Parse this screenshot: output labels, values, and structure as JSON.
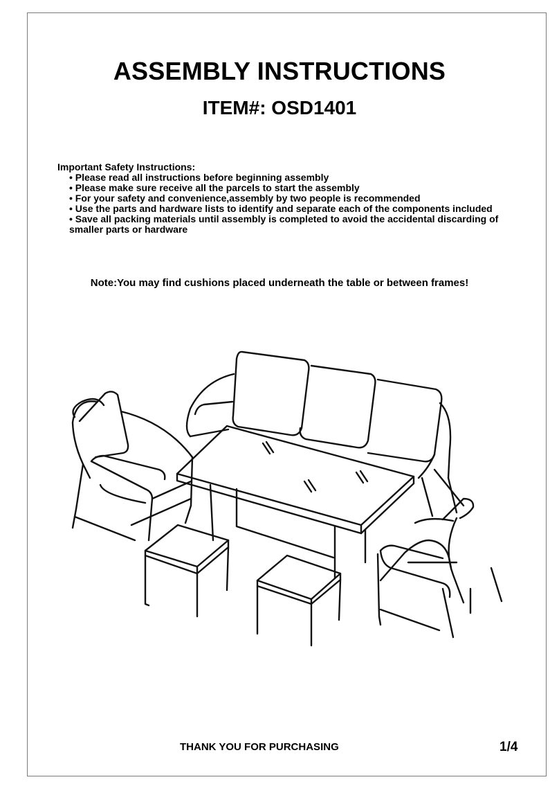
{
  "header": {
    "title": "ASSEMBLY INSTRUCTIONS",
    "item_number": "ITEM#: OSD1401"
  },
  "safety": {
    "heading": "Important Safety Instructions:",
    "items": [
      "Please read all instructions before beginning assembly",
      "Please make sure receive all the parcels to start the assembly",
      "For your safety and convenience,assembly by two people is recommended",
      "Use the parts and hardware lists to identify and separate each of the components included",
      "Save all packing materials until assembly is completed to avoid the accidental discarding of smaller parts or hardware"
    ]
  },
  "note": "Note:You may find cushions placed underneath the table or between frames!",
  "illustration": {
    "icon": "patio-furniture-set-line-drawing"
  },
  "footer": {
    "thanks": "THANK YOU FOR PURCHASING",
    "page": "1/4"
  }
}
